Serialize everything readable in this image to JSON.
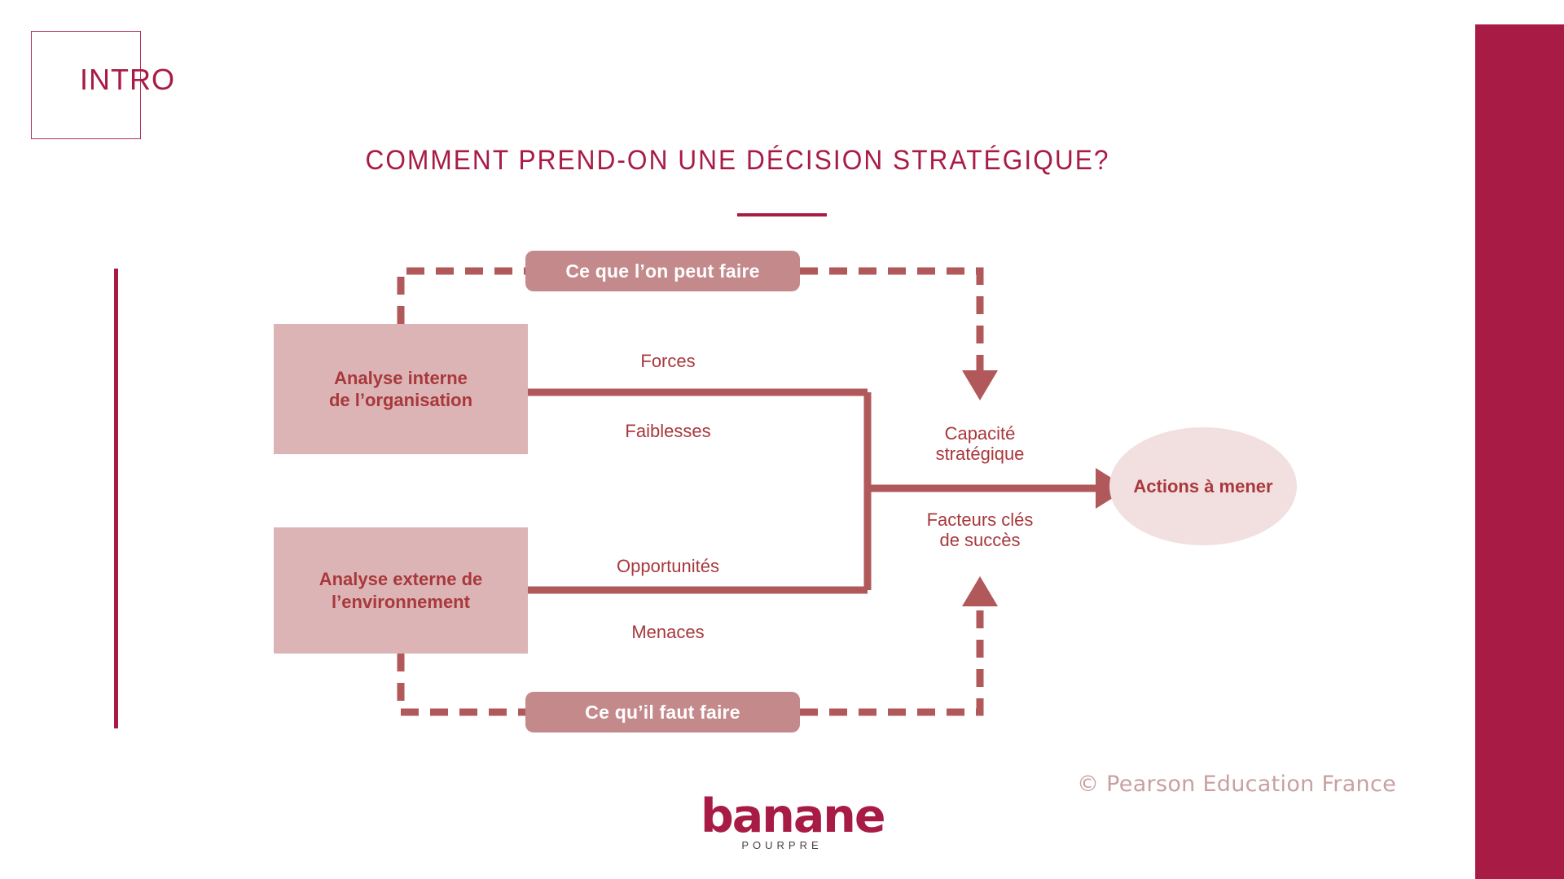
{
  "slide": {
    "section_tag": "INTRO",
    "title": "COMMENT PREND-ON UNE DÉCISION STRATÉGIQUE?",
    "accent_color": "#a81b45",
    "box_fill_color": "#ddb4b5",
    "pill_fill_color": "#c48a8b",
    "ellipse_fill_color": "#f2dfdf",
    "line_color": "#b0585a",
    "background_color": "#ffffff"
  },
  "diagram": {
    "type": "swot-strategic-decision",
    "pills": [
      {
        "id": "top",
        "label": "Ce que l’on peut faire"
      },
      {
        "id": "bottom",
        "label": "Ce qu’il faut faire"
      }
    ],
    "boxes": [
      {
        "id": "internal",
        "line1": "Analyse interne",
        "line2": "de l’organisation"
      },
      {
        "id": "external",
        "line1": "Analyse externe de",
        "line2": "l’environnement"
      }
    ],
    "swot_labels": [
      {
        "id": "strengths",
        "label": "Forces"
      },
      {
        "id": "weaknesses",
        "label": "Faiblesses"
      },
      {
        "id": "opportunities",
        "label": "Opportunités"
      },
      {
        "id": "threats",
        "label": "Menaces"
      }
    ],
    "center_labels": [
      {
        "id": "capacity",
        "line1": "Capacité",
        "line2": "stratégique"
      },
      {
        "id": "key-factors",
        "line1": "Facteurs clés",
        "line2": "de succès"
      }
    ],
    "outcome": {
      "label": "Actions à mener"
    }
  },
  "footer": {
    "copyright": "© Pearson Education France",
    "logo_word": "banane",
    "logo_sub": "POURPRE"
  }
}
